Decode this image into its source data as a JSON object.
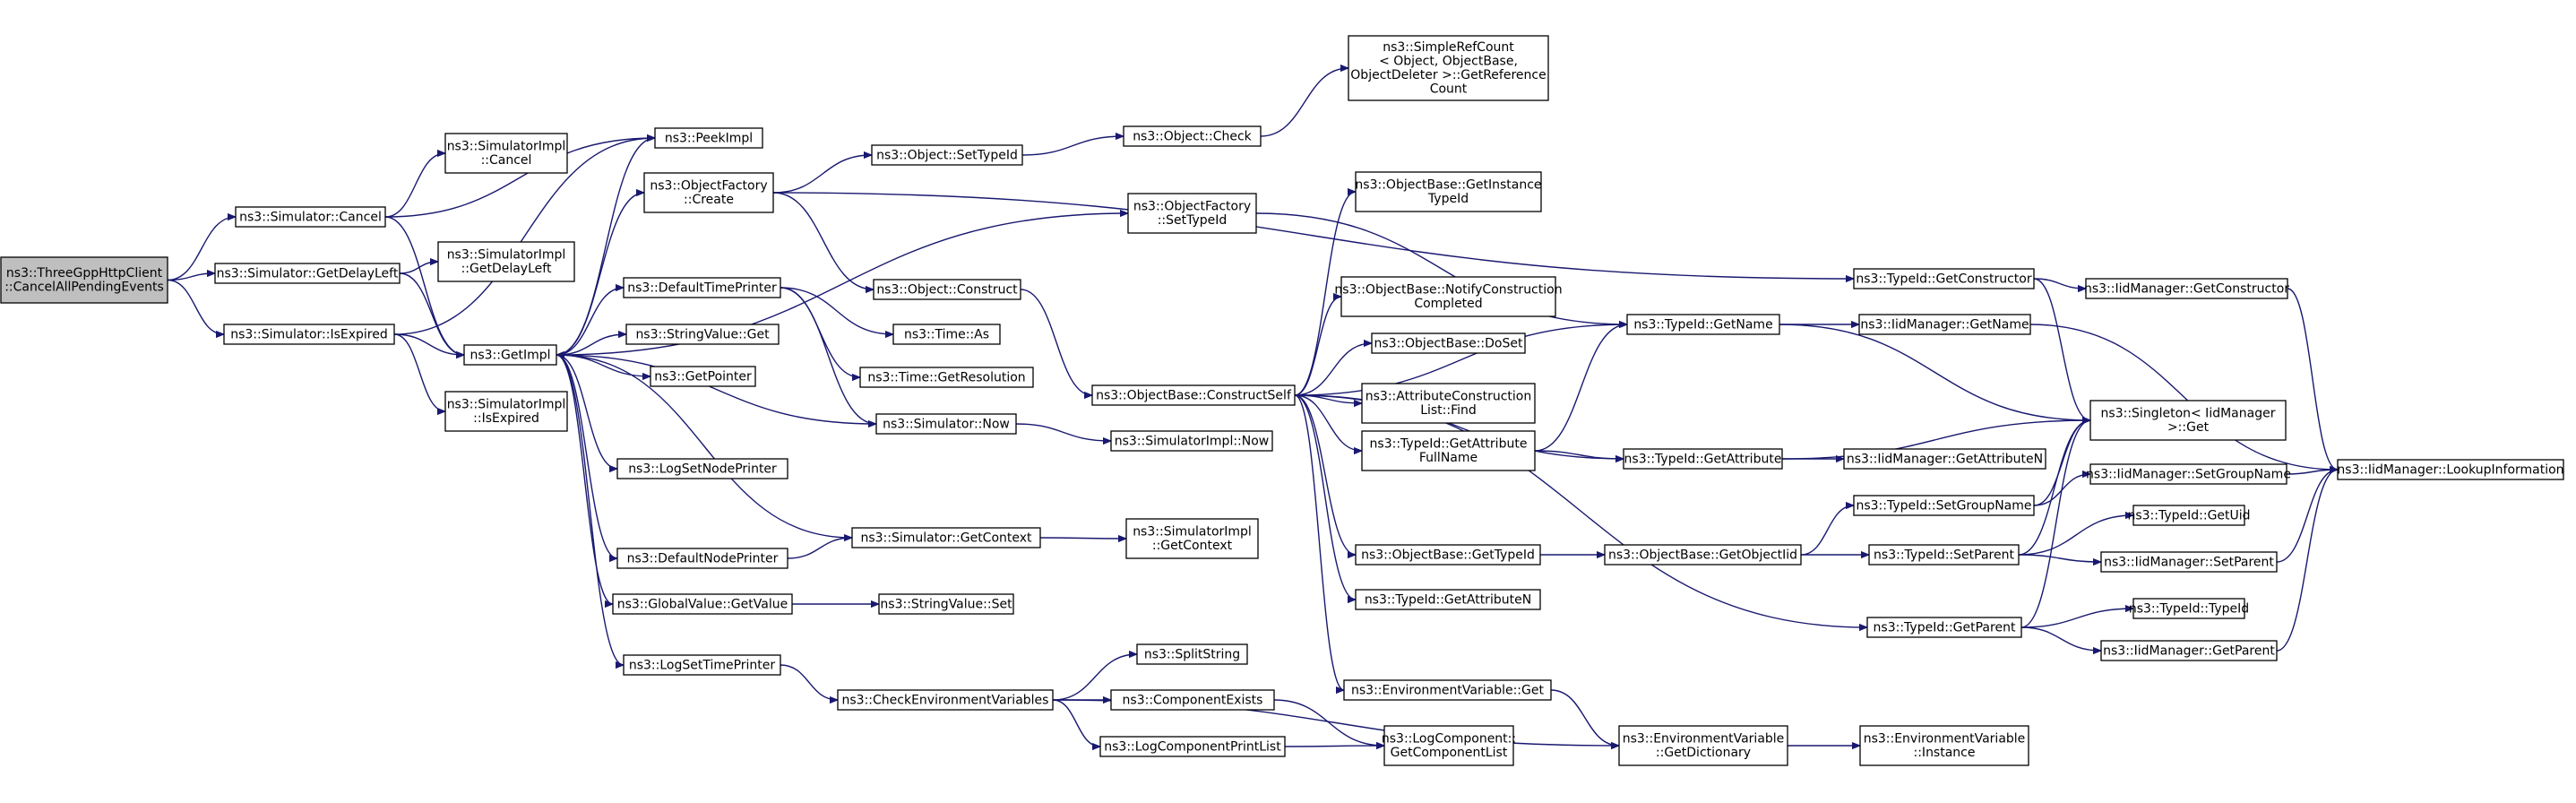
{
  "diagram": {
    "colors": {
      "edge": "#191970",
      "node_border": "#000000",
      "node_fill": "#ffffff",
      "root_fill": "#bfbfbf"
    },
    "nodes": [
      {
        "id": "root",
        "lines": [
          "ns3::ThreeGppHttpClient",
          "::CancelAllPendingEvents"
        ],
        "root": true
      },
      {
        "id": "simCancel",
        "lines": [
          "ns3::Simulator::Cancel"
        ]
      },
      {
        "id": "simGetDelayLeft",
        "lines": [
          "ns3::Simulator::GetDelayLeft"
        ]
      },
      {
        "id": "simIsExpired",
        "lines": [
          "ns3::Simulator::IsExpired"
        ]
      },
      {
        "id": "implCancel",
        "lines": [
          "ns3::SimulatorImpl",
          "::Cancel"
        ]
      },
      {
        "id": "peekImpl",
        "lines": [
          "ns3::PeekImpl"
        ]
      },
      {
        "id": "implGetDelayLeft",
        "lines": [
          "ns3::SimulatorImpl",
          "::GetDelayLeft"
        ]
      },
      {
        "id": "getImpl",
        "lines": [
          "ns3::GetImpl"
        ]
      },
      {
        "id": "implIsExpired",
        "lines": [
          "ns3::SimulatorImpl",
          "::IsExpired"
        ]
      },
      {
        "id": "objFactoryCreate",
        "lines": [
          "ns3::ObjectFactory",
          "::Create"
        ]
      },
      {
        "id": "defaultTimePrinter",
        "lines": [
          "ns3::DefaultTimePrinter"
        ]
      },
      {
        "id": "stringValueGet",
        "lines": [
          "ns3::StringValue::Get"
        ]
      },
      {
        "id": "getPointer",
        "lines": [
          "ns3::GetPointer"
        ]
      },
      {
        "id": "logSetNodePrinter",
        "lines": [
          "ns3::LogSetNodePrinter"
        ]
      },
      {
        "id": "defaultNodePrinter",
        "lines": [
          "ns3::DefaultNodePrinter"
        ]
      },
      {
        "id": "globalValueGetValue",
        "lines": [
          "ns3::GlobalValue::GetValue"
        ]
      },
      {
        "id": "logSetTimePrinter",
        "lines": [
          "ns3::LogSetTimePrinter"
        ]
      },
      {
        "id": "objSetTypeId",
        "lines": [
          "ns3::Object::SetTypeId"
        ]
      },
      {
        "id": "objConstruct",
        "lines": [
          "ns3::Object::Construct"
        ]
      },
      {
        "id": "timeAs",
        "lines": [
          "ns3::Time::As"
        ]
      },
      {
        "id": "timeGetResolution",
        "lines": [
          "ns3::Time::GetResolution"
        ]
      },
      {
        "id": "simNow",
        "lines": [
          "ns3::Simulator::Now"
        ]
      },
      {
        "id": "simGetContext",
        "lines": [
          "ns3::Simulator::GetContext"
        ]
      },
      {
        "id": "stringValueSet",
        "lines": [
          "ns3::StringValue::Set"
        ]
      },
      {
        "id": "checkEnvVars",
        "lines": [
          "ns3::CheckEnvironmentVariables"
        ]
      },
      {
        "id": "objCheck",
        "lines": [
          "ns3::Object::Check"
        ]
      },
      {
        "id": "objFactorySetTypeId",
        "lines": [
          "ns3::ObjectFactory",
          "::SetTypeId"
        ]
      },
      {
        "id": "objBaseConstructSelf",
        "lines": [
          "ns3::ObjectBase::ConstructSelf"
        ]
      },
      {
        "id": "implNow",
        "lines": [
          "ns3::SimulatorImpl::Now"
        ]
      },
      {
        "id": "implGetContext",
        "lines": [
          "ns3::SimulatorImpl",
          "::GetContext"
        ]
      },
      {
        "id": "splitString",
        "lines": [
          "ns3::SplitString"
        ]
      },
      {
        "id": "componentExists",
        "lines": [
          "ns3::ComponentExists"
        ]
      },
      {
        "id": "logComponentPrintList",
        "lines": [
          "ns3::LogComponentPrintList"
        ]
      },
      {
        "id": "simpleRefCount",
        "lines": [
          "ns3::SimpleRefCount",
          "< Object, ObjectBase,",
          "ObjectDeleter >::GetReference",
          "Count"
        ]
      },
      {
        "id": "objBaseGetInstanceTypeId",
        "lines": [
          "ns3::ObjectBase::GetInstance",
          "TypeId"
        ]
      },
      {
        "id": "objBaseNotifyConstruction",
        "lines": [
          "ns3::ObjectBase::NotifyConstruction",
          "Completed"
        ]
      },
      {
        "id": "objBaseDoSet",
        "lines": [
          "ns3::ObjectBase::DoSet"
        ]
      },
      {
        "id": "attrConstructionListFind",
        "lines": [
          "ns3::AttributeConstruction",
          "List::Find"
        ]
      },
      {
        "id": "typeIdGetAttributeFullName",
        "lines": [
          "ns3::TypeId::GetAttribute",
          "FullName"
        ]
      },
      {
        "id": "objBaseGetTypeId",
        "lines": [
          "ns3::ObjectBase::GetTypeId"
        ]
      },
      {
        "id": "typeIdGetAttributeN",
        "lines": [
          "ns3::TypeId::GetAttributeN"
        ]
      },
      {
        "id": "envVarGet",
        "lines": [
          "ns3::EnvironmentVariable::Get"
        ]
      },
      {
        "id": "logComponentGetList",
        "lines": [
          "ns3::LogComponent::",
          "GetComponentList"
        ]
      },
      {
        "id": "typeIdGetName",
        "lines": [
          "ns3::TypeId::GetName"
        ]
      },
      {
        "id": "typeIdGetAttribute",
        "lines": [
          "ns3::TypeId::GetAttribute"
        ]
      },
      {
        "id": "objBaseGetObjectIid",
        "lines": [
          "ns3::ObjectBase::GetObjectIid"
        ]
      },
      {
        "id": "envVarGetDictionary",
        "lines": [
          "ns3::EnvironmentVariable",
          "::GetDictionary"
        ]
      },
      {
        "id": "typeIdGetConstructor",
        "lines": [
          "ns3::TypeId::GetConstructor"
        ]
      },
      {
        "id": "iidGetName",
        "lines": [
          "ns3::IidManager::GetName"
        ]
      },
      {
        "id": "iidGetAttributeN",
        "lines": [
          "ns3::IidManager::GetAttributeN"
        ]
      },
      {
        "id": "typeIdSetGroupName",
        "lines": [
          "ns3::TypeId::SetGroupName"
        ]
      },
      {
        "id": "typeIdSetParent",
        "lines": [
          "ns3::TypeId::SetParent"
        ]
      },
      {
        "id": "typeIdGetParent",
        "lines": [
          "ns3::TypeId::GetParent"
        ]
      },
      {
        "id": "envVarInstance",
        "lines": [
          "ns3::EnvironmentVariable",
          "::Instance"
        ]
      },
      {
        "id": "iidGetConstructor",
        "lines": [
          "ns3::IidManager::GetConstructor"
        ]
      },
      {
        "id": "singletonGet",
        "lines": [
          "ns3::Singleton< IidManager",
          ">::Get"
        ]
      },
      {
        "id": "iidSetGroupName",
        "lines": [
          "ns3::IidManager::SetGroupName"
        ]
      },
      {
        "id": "typeIdGetUid",
        "lines": [
          "ns3::TypeId::GetUid"
        ]
      },
      {
        "id": "iidSetParent",
        "lines": [
          "ns3::IidManager::SetParent"
        ]
      },
      {
        "id": "typeIdTypeId",
        "lines": [
          "ns3::TypeId::TypeId"
        ]
      },
      {
        "id": "iidGetParent",
        "lines": [
          "ns3::IidManager::GetParent"
        ]
      },
      {
        "id": "iidLookupInformation",
        "lines": [
          "ns3::IidManager::LookupInformation"
        ]
      }
    ],
    "edges": [
      [
        "root",
        "simCancel"
      ],
      [
        "root",
        "simGetDelayLeft"
      ],
      [
        "root",
        "simIsExpired"
      ],
      [
        "simCancel",
        "implCancel"
      ],
      [
        "simCancel",
        "peekImpl"
      ],
      [
        "simCancel",
        "getImpl"
      ],
      [
        "simGetDelayLeft",
        "implGetDelayLeft"
      ],
      [
        "simGetDelayLeft",
        "getImpl"
      ],
      [
        "simIsExpired",
        "peekImpl"
      ],
      [
        "simIsExpired",
        "getImpl"
      ],
      [
        "simIsExpired",
        "implIsExpired"
      ],
      [
        "getImpl",
        "peekImpl"
      ],
      [
        "getImpl",
        "objFactoryCreate"
      ],
      [
        "getImpl",
        "objFactorySetTypeId"
      ],
      [
        "getImpl",
        "defaultTimePrinter"
      ],
      [
        "getImpl",
        "stringValueGet"
      ],
      [
        "getImpl",
        "getPointer"
      ],
      [
        "getImpl",
        "logSetNodePrinter"
      ],
      [
        "getImpl",
        "defaultNodePrinter"
      ],
      [
        "getImpl",
        "globalValueGetValue"
      ],
      [
        "getImpl",
        "logSetTimePrinter"
      ],
      [
        "objFactoryCreate",
        "typeIdGetConstructor"
      ],
      [
        "objFactoryCreate",
        "objSetTypeId"
      ],
      [
        "objFactoryCreate",
        "objConstruct"
      ],
      [
        "defaultTimePrinter",
        "timeAs"
      ],
      [
        "defaultTimePrinter",
        "timeGetResolution"
      ],
      [
        "defaultTimePrinter",
        "simNow"
      ],
      [
        "simNow",
        "getImpl"
      ],
      [
        "simNow",
        "implNow"
      ],
      [
        "simGetContext",
        "getImpl"
      ],
      [
        "simGetContext",
        "implGetContext"
      ],
      [
        "defaultNodePrinter",
        "simGetContext"
      ],
      [
        "globalValueGetValue",
        "stringValueSet"
      ],
      [
        "logSetTimePrinter",
        "checkEnvVars"
      ],
      [
        "checkEnvVars",
        "splitString"
      ],
      [
        "checkEnvVars",
        "componentExists"
      ],
      [
        "checkEnvVars",
        "logComponentPrintList"
      ],
      [
        "checkEnvVars",
        "envVarGetDictionary"
      ],
      [
        "componentExists",
        "logComponentGetList"
      ],
      [
        "logComponentPrintList",
        "logComponentGetList"
      ],
      [
        "objSetTypeId",
        "objCheck"
      ],
      [
        "objCheck",
        "simpleRefCount"
      ],
      [
        "objConstruct",
        "objBaseConstructSelf"
      ],
      [
        "objFactorySetTypeId",
        "typeIdGetName"
      ],
      [
        "objBaseConstructSelf",
        "objBaseGetInstanceTypeId"
      ],
      [
        "objBaseConstructSelf",
        "typeIdGetName"
      ],
      [
        "objBaseConstructSelf",
        "objBaseNotifyConstruction"
      ],
      [
        "objBaseConstructSelf",
        "objBaseDoSet"
      ],
      [
        "objBaseConstructSelf",
        "attrConstructionListFind"
      ],
      [
        "objBaseConstructSelf",
        "typeIdGetAttributeFullName"
      ],
      [
        "objBaseConstructSelf",
        "typeIdGetAttribute"
      ],
      [
        "objBaseConstructSelf",
        "objBaseGetTypeId"
      ],
      [
        "objBaseConstructSelf",
        "typeIdGetAttributeN"
      ],
      [
        "objBaseConstructSelf",
        "envVarGet"
      ],
      [
        "objBaseConstructSelf",
        "typeIdGetParent"
      ],
      [
        "typeIdGetAttributeFullName",
        "typeIdGetName"
      ],
      [
        "typeIdGetAttributeFullName",
        "typeIdGetAttribute"
      ],
      [
        "objBaseGetTypeId",
        "objBaseGetObjectIid"
      ],
      [
        "objBaseGetObjectIid",
        "typeIdSetGroupName"
      ],
      [
        "objBaseGetObjectIid",
        "typeIdSetParent"
      ],
      [
        "envVarGet",
        "envVarGetDictionary"
      ],
      [
        "envVarGetDictionary",
        "envVarInstance"
      ],
      [
        "typeIdGetName",
        "iidGetName"
      ],
      [
        "typeIdGetName",
        "singletonGet"
      ],
      [
        "typeIdGetAttribute",
        "singletonGet"
      ],
      [
        "typeIdGetAttribute",
        "iidGetAttributeN"
      ],
      [
        "typeIdGetConstructor",
        "iidGetConstructor"
      ],
      [
        "typeIdGetConstructor",
        "singletonGet"
      ],
      [
        "iidGetName",
        "iidLookupInformation"
      ],
      [
        "iidGetConstructor",
        "iidLookupInformation"
      ],
      [
        "typeIdSetGroupName",
        "singletonGet"
      ],
      [
        "typeIdSetGroupName",
        "iidSetGroupName"
      ],
      [
        "typeIdSetParent",
        "singletonGet"
      ],
      [
        "typeIdSetParent",
        "typeIdGetUid"
      ],
      [
        "typeIdSetParent",
        "iidSetParent"
      ],
      [
        "typeIdGetParent",
        "singletonGet"
      ],
      [
        "typeIdGetParent",
        "typeIdTypeId"
      ],
      [
        "typeIdGetParent",
        "iidGetParent"
      ],
      [
        "iidSetGroupName",
        "iidLookupInformation"
      ],
      [
        "iidSetParent",
        "iidLookupInformation"
      ],
      [
        "iidGetParent",
        "iidLookupInformation"
      ]
    ]
  }
}
